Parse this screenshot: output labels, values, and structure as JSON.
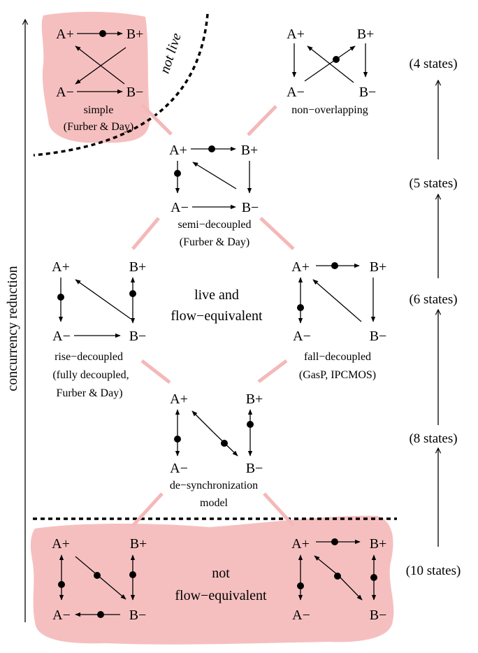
{
  "axis": {
    "left_label": "concurrency reduction"
  },
  "boundaries": {
    "not_live": "not live"
  },
  "states": [
    "(4 states)",
    "(5 states)",
    "(6 states)",
    "(8 states)",
    "(10 states)"
  ],
  "center": {
    "live_line1": "live and",
    "live_line2": "flow−equivalent"
  },
  "bottom": {
    "line1": "not",
    "line2": "flow−equivalent"
  },
  "nodes": {
    "a_plus": "A+",
    "b_plus": "B+",
    "a_minus": "A−",
    "b_minus": "B−"
  },
  "models": {
    "simple": {
      "cap1": "simple",
      "cap2": "(Furber & Day)"
    },
    "non_overlapping": {
      "cap1": "non−overlapping"
    },
    "semi_decoupled": {
      "cap1": "semi−decoupled",
      "cap2": "(Furber & Day)"
    },
    "rise_decoupled": {
      "cap1": "rise−decoupled",
      "cap2": "(fully decoupled,",
      "cap3": "Furber & Day)"
    },
    "fall_decoupled": {
      "cap1": "fall−decoupled",
      "cap2": "(GasP, IPCMOS)"
    },
    "desync": {
      "cap1": "de−synchronization",
      "cap2": "model"
    }
  }
}
